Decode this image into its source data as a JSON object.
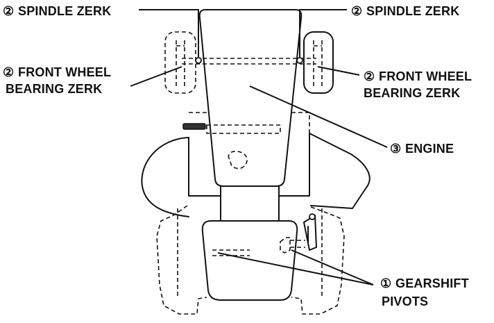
{
  "labels": {
    "spindle_left_num": "②",
    "spindle_left": "SPINDLE ZERK",
    "spindle_right_num": "②",
    "spindle_right": "SPINDLE ZERK",
    "front_wheel_left_num": "②",
    "front_wheel_left_line1": "FRONT WHEEL",
    "front_wheel_left_line2": "BEARING  ZERK",
    "front_wheel_right_num": "②",
    "front_wheel_right_line1": "FRONT WHEEL",
    "front_wheel_right_line2": "BEARING  ZERK",
    "engine_num": "③",
    "engine": "ENGINE",
    "gearshift_num": "①",
    "gearshift_line1": "GEARSHIFT",
    "gearshift_line2": "PIVOTS"
  },
  "colors": {
    "line": "#111111",
    "background": "#ffffff"
  }
}
